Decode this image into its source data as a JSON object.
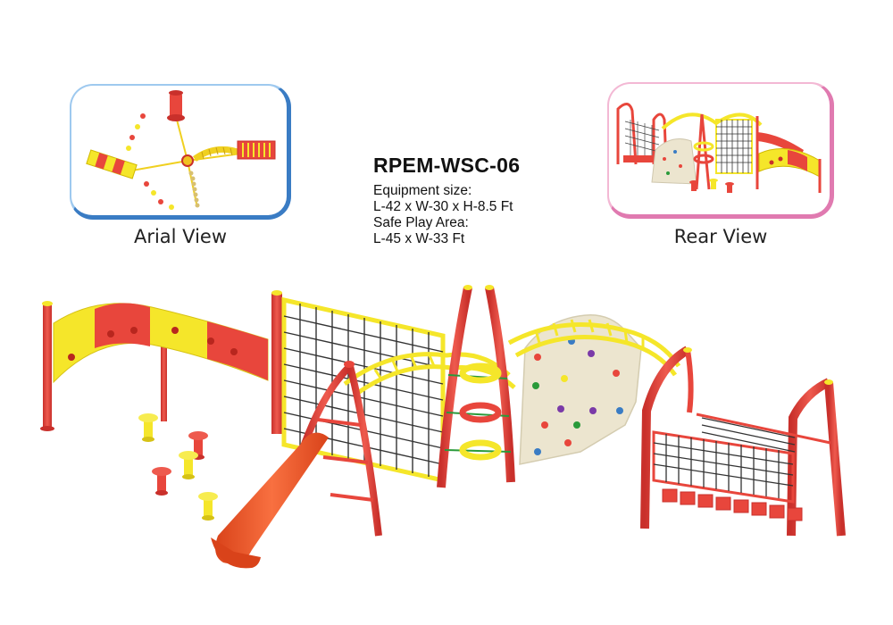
{
  "product": {
    "model_code": "RPEM-WSC-06",
    "equipment_size_label": "Equipment size:",
    "equipment_size_value": "L-42 x W-30 x H-8.5 Ft",
    "safe_area_label": "Safe Play Area:",
    "safe_area_value": "L-45 x W-33 Ft"
  },
  "views": {
    "aerial_caption": "Arial View",
    "rear_caption": "Rear View"
  },
  "colors": {
    "red": "#e8463c",
    "dark_red": "#c9302b",
    "yellow": "#f5e62a",
    "orange_slide": "#f0561f",
    "rock": "#ece5cf",
    "net": "#333333",
    "aerial_frame": "#3a7cc4",
    "rear_frame": "#e07ab0"
  }
}
